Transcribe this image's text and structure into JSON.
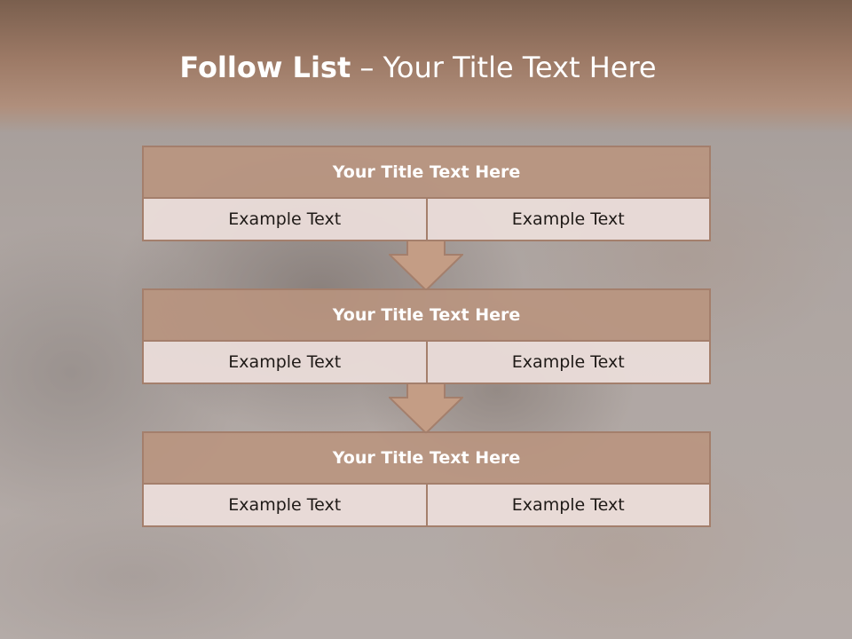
{
  "slide": {
    "title_bold": "Follow List",
    "title_rest": " – Your Title Text Here"
  },
  "blocks": [
    {
      "title": "Your Title Text Here",
      "cells": [
        "Example Text",
        "Example Text"
      ]
    },
    {
      "title": "Your Title Text Here",
      "cells": [
        "Example Text",
        "Example Text"
      ]
    },
    {
      "title": "Your Title Text Here",
      "cells": [
        "Example Text",
        "Example Text"
      ]
    }
  ],
  "arrows": [
    {
      "icon": "down-arrow-icon"
    },
    {
      "icon": "down-arrow-icon"
    }
  ],
  "colors": {
    "title_band": "#9d7a66",
    "header_fill": "#ba947e",
    "border": "#a47f6c",
    "cell_fill": "#ecdeda",
    "title_text": "#ffffff"
  }
}
